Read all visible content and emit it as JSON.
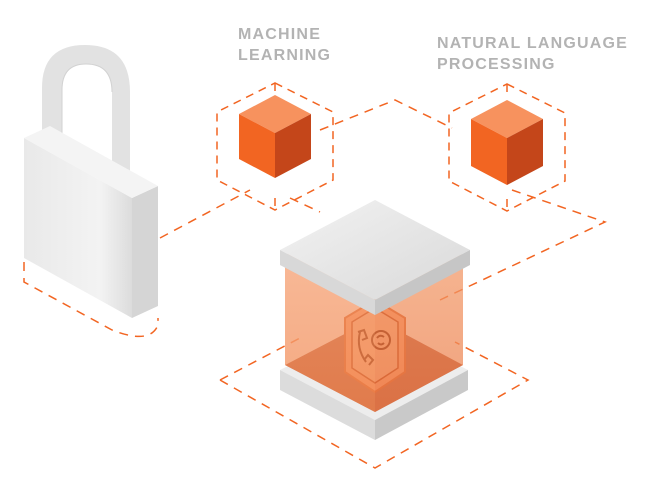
{
  "labels": {
    "machine_learning": [
      "MACHINE",
      "LEARNING"
    ],
    "natural_language_processing": [
      "NATURAL LANGUAGE",
      "PROCESSING"
    ]
  },
  "nodes": {
    "padlock": "padlock-icon",
    "machine_learning_cube": "cube-icon",
    "nlp_cube": "cube-icon",
    "central_box": "glass-box",
    "inner_badge": "phone-chat-shield-icon"
  },
  "colors": {
    "accent": "#f26522",
    "accent_light": "#f7a57a",
    "accent_dark": "#c4461a",
    "dash": "#f26522",
    "gray_light": "#ececec",
    "gray_mid": "#d6d6d6",
    "gray_dark": "#c4c4c4",
    "label": "#b3b3b3"
  }
}
